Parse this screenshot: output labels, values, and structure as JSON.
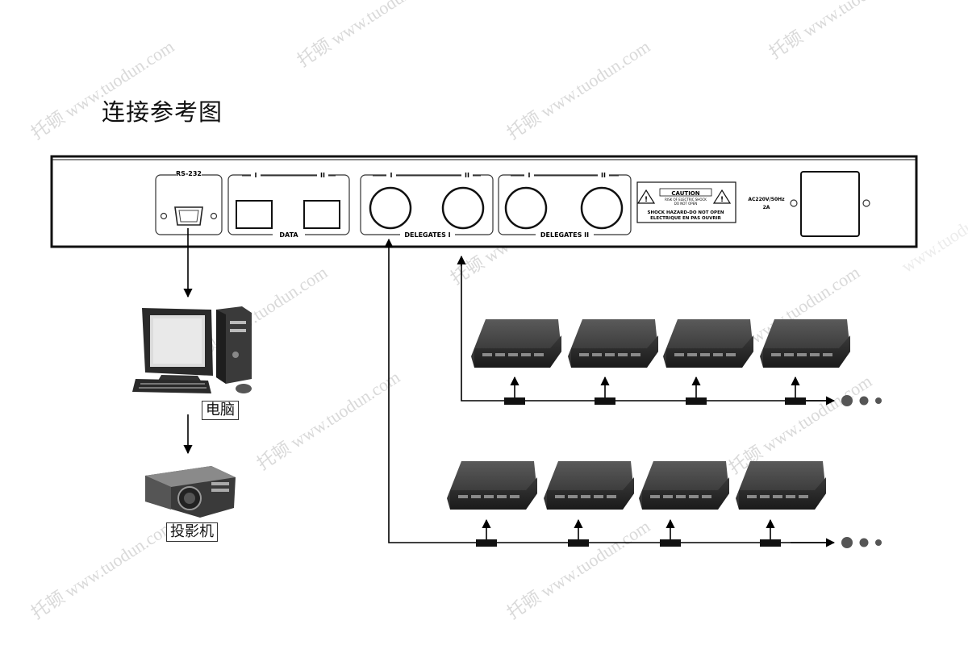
{
  "title": "连接参考图",
  "watermark": {
    "text_long": "托顿 www.tuodun.com",
    "text_short": "www.tuodun.com"
  },
  "panel": {
    "rs232_label": "RS-232",
    "data_label": "DATA",
    "port_roman_1": "I",
    "port_roman_2": "II",
    "delegates_1_label": "DELEGATES I",
    "delegates_2_label": "DELEGATES II",
    "caution_title": "CAUTION",
    "caution_line1": "RISK OF ELECTRIC SHOCK",
    "caution_line2": "DO NOT OPEN",
    "caution_line3": "SHOCK HAZARD-DO NOT OPEN",
    "caution_line4": "ELECTRIQUE EN PAS OUVRIR",
    "power_line1": "AC220V/50Hz",
    "power_line2": "2A"
  },
  "devices": {
    "computer_label": "电脑",
    "projector_label": "投影机"
  }
}
